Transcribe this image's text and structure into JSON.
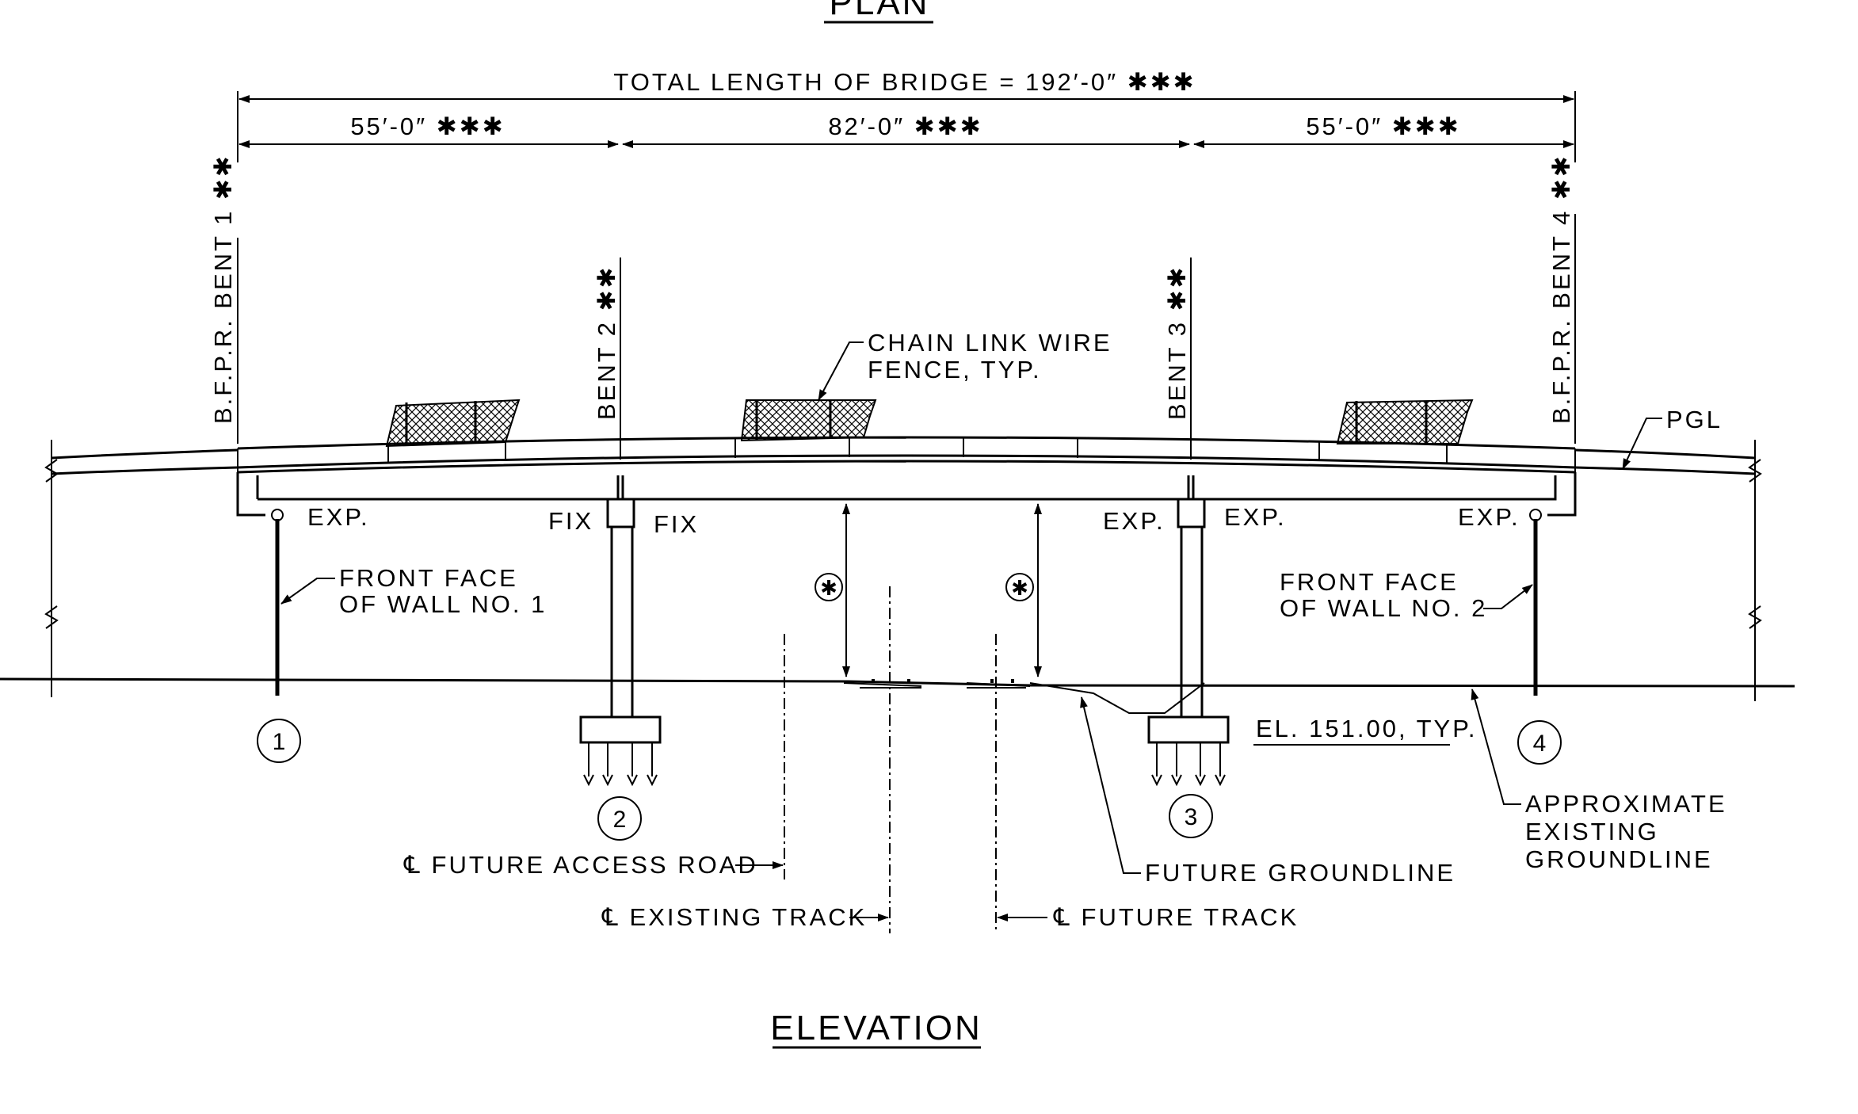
{
  "drawing": {
    "top_title": "PLAN",
    "title": "ELEVATION",
    "total_length": "TOTAL LENGTH OF BRIDGE = 192′-0″ ✱✱✱",
    "spans": [
      "55′-0″ ✱✱✱",
      "82′-0″ ✱✱✱",
      "55′-0″ ✱✱✱"
    ],
    "bents": [
      {
        "label": "B.F.P.R. BENT 1 ✱✱",
        "number": "1",
        "bearing": "EXP."
      },
      {
        "label": "BENT 2 ✱✱",
        "number": "2",
        "bearing_left": "FIX",
        "bearing_right": "FIX"
      },
      {
        "label": "BENT 3 ✱✱",
        "number": "3",
        "bearing_left": "EXP.",
        "bearing_right": "EXP."
      },
      {
        "label": "B.F.P.R. BENT 4 ✱✱",
        "number": "4",
        "bearing": "EXP."
      }
    ],
    "notes": {
      "fence_1": "CHAIN LINK WIRE",
      "fence_2": "FENCE, TYP.",
      "pgl": "PGL",
      "wall1_1": "FRONT FACE",
      "wall1_2": "OF WALL NO. 1",
      "wall2_1": "FRONT FACE",
      "wall2_2": "OF WALL NO. 2",
      "elevation": "EL. 151.00, TYP.",
      "approx_1": "APPROXIMATE",
      "approx_2": "EXISTING",
      "approx_3": "GROUNDLINE",
      "future_groundline": "FUTURE GROUNDLINE",
      "access_road": "℄ FUTURE ACCESS ROAD",
      "existing_track": "℄ EXISTING TRACK",
      "future_track": "℄ FUTURE TRACK",
      "clearance_mark": "✱"
    }
  }
}
